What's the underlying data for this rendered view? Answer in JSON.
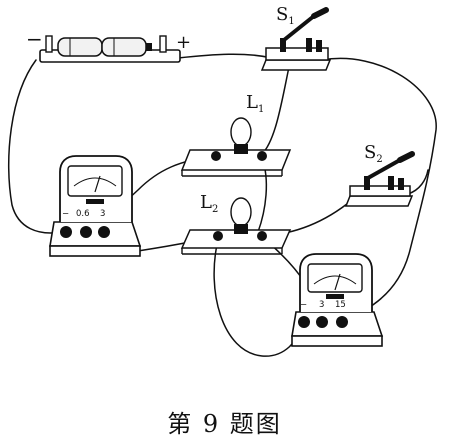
{
  "battery": {
    "minus_sign": "−",
    "plus_sign": "+"
  },
  "switch_s1": {
    "letter": "S",
    "subscript": "1"
  },
  "switch_s2": {
    "letter": "S",
    "subscript": "2"
  },
  "lamp_l1": {
    "letter": "L",
    "subscript": "1"
  },
  "lamp_l2": {
    "letter": "L",
    "subscript": "2"
  },
  "ammeter": {
    "terminal_labels": [
      "−",
      "0.6",
      "3"
    ]
  },
  "voltmeter": {
    "terminal_labels": [
      "−",
      "3",
      "15"
    ]
  },
  "caption": "第 9 题图"
}
